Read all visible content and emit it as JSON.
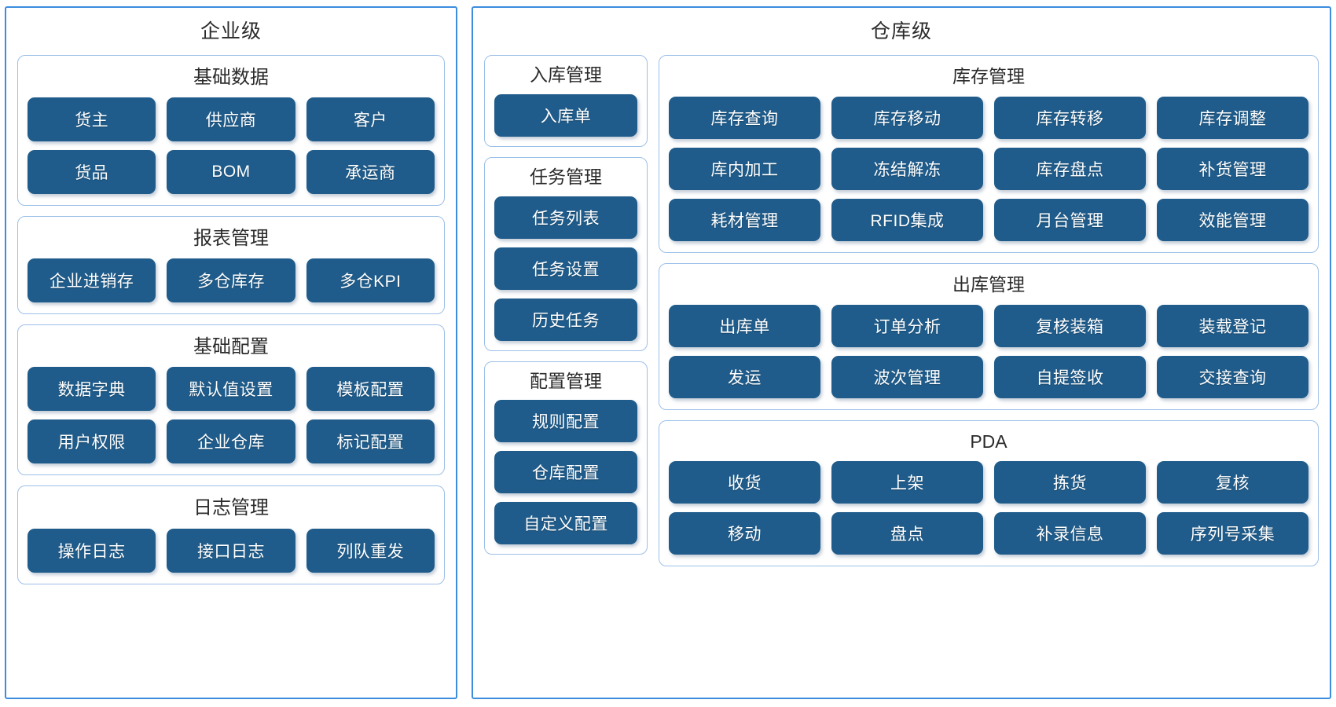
{
  "diagram": {
    "title_enterprise": "企业级",
    "title_warehouse": "仓库级"
  },
  "enterprise": {
    "title": "企业级",
    "groups": [
      {
        "title": "基础数据",
        "columns": 3,
        "tiles": [
          "货主",
          "供应商",
          "客户",
          "货品",
          "BOM",
          "承运商"
        ]
      },
      {
        "title": "报表管理",
        "columns": 3,
        "tiles": [
          "企业进销存",
          "多仓库存",
          "多仓KPI"
        ]
      },
      {
        "title": "基础配置",
        "columns": 3,
        "tiles": [
          "数据字典",
          "默认值设置",
          "模板配置",
          "用户权限",
          "企业仓库",
          "标记配置"
        ]
      },
      {
        "title": "日志管理",
        "columns": 3,
        "tiles": [
          "操作日志",
          "接口日志",
          "列队重发"
        ]
      }
    ]
  },
  "warehouse": {
    "title": "仓库级",
    "left_groups": [
      {
        "title": "入库管理",
        "columns": 1,
        "tiles": [
          "入库单"
        ]
      },
      {
        "title": "任务管理",
        "columns": 1,
        "tiles": [
          "任务列表",
          "任务设置",
          "历史任务"
        ]
      },
      {
        "title": "配置管理",
        "columns": 1,
        "tiles": [
          "规则配置",
          "仓库配置",
          "自定义配置"
        ]
      }
    ],
    "right_groups": [
      {
        "title": "库存管理",
        "columns": 4,
        "tiles": [
          "库存查询",
          "库存移动",
          "库存转移",
          "库存调整",
          "库内加工",
          "冻结解冻",
          "库存盘点",
          "补货管理",
          "耗材管理",
          "RFID集成",
          "月台管理",
          "效能管理"
        ]
      },
      {
        "title": "出库管理",
        "columns": 4,
        "tiles": [
          "出库单",
          "订单分析",
          "复核装箱",
          "装载登记",
          "发运",
          "波次管理",
          "自提签收",
          "交接查询"
        ]
      },
      {
        "title": "PDA",
        "columns": 4,
        "tiles": [
          "收货",
          "上架",
          "拣货",
          "复核",
          "移动",
          "盘点",
          "补录信息",
          "序列号采集"
        ]
      }
    ]
  },
  "colors": {
    "tile_fill": "#1F5C8B",
    "tile_text": "#FFFFFF",
    "group_border": "#9CC0E8",
    "panel_border": "#3C8DDE",
    "background": "#FFFFFF",
    "title_text": "#2B2B2B"
  }
}
